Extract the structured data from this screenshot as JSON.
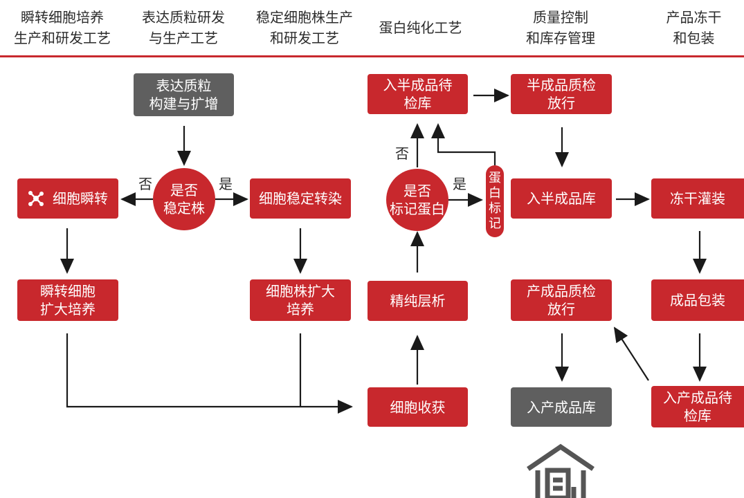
{
  "columns": [
    "瞬转细胞培养\n生产和研发工艺",
    "表达质粒研发\n与生产工艺",
    "稳定细胞株生产\n和研发工艺",
    "蛋白纯化工艺",
    "质量控制\n和库存管理",
    "产品冻干\n和包装"
  ],
  "nodes": {
    "plasmid": "表达质粒\n构建与扩增",
    "stable_q": "是否\n稳定株",
    "transient": "细胞瞬转",
    "stable_trans": "细胞稳定转染",
    "transient_exp": "瞬转细胞\n扩大培养",
    "line_exp": "细胞株扩大\n培养",
    "harvest": "细胞收获",
    "chrom": "精纯层析",
    "tag_q": "是否\n标记蛋白",
    "tag": "蛋\n白\n标\n记",
    "semi_wait": "入半成品待\n检库",
    "semi_qc": "半成品质检\n放行",
    "semi_store": "入半成品库",
    "lyo": "冻干灌装",
    "pack": "成品包装",
    "prod_wait": "入产成品待\n检库",
    "prod_qc": "产成品质检\n放行",
    "prod_store": "入产成品库"
  },
  "labels": {
    "no_left": "否",
    "yes_right": "是",
    "no_up": "否",
    "yes_tag": "是"
  },
  "colors": {
    "red": "#c8282d",
    "gray": "#5f5f5f",
    "arrow": "#1a1a1a"
  }
}
